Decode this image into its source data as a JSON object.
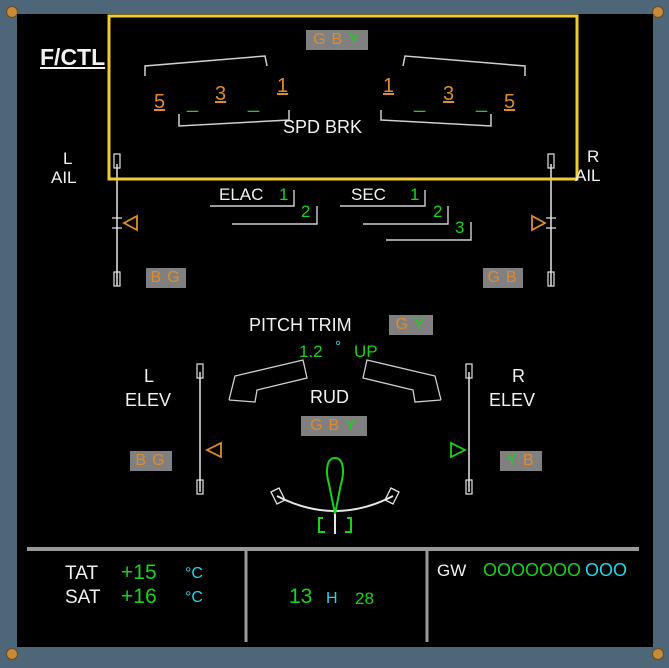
{
  "title": "F/CTL",
  "spoilers": {
    "hyd_label": [
      "G",
      "B",
      "Y"
    ],
    "left": [
      "5",
      "3",
      "1"
    ],
    "right": [
      "1",
      "3",
      "5"
    ],
    "dashes": "_",
    "label": "SPD BRK"
  },
  "ailerons": {
    "left_label_1": "L",
    "left_label_2": "AIL",
    "right_label_1": "R",
    "right_label_2": "AIL",
    "left_hyd": [
      "B",
      "G"
    ],
    "right_hyd": [
      "G",
      "B"
    ]
  },
  "computers": {
    "elac_label": "ELAC",
    "elac_1": "1",
    "elac_2": "2",
    "sec_label": "SEC",
    "sec_1": "1",
    "sec_2": "2",
    "sec_3": "3"
  },
  "pitch_trim": {
    "label": "PITCH TRIM",
    "hyd": [
      "G",
      "Y"
    ],
    "value": "1.2",
    "degree": "°",
    "direction": "UP"
  },
  "elevators": {
    "left_label_1": "L",
    "left_label_2": "ELEV",
    "right_label_1": "R",
    "right_label_2": "ELEV",
    "left_hyd": [
      "B",
      "G"
    ],
    "right_hyd": [
      "Y",
      "B"
    ]
  },
  "rudder": {
    "label": "RUD",
    "hyd": [
      "G",
      "B",
      "Y"
    ]
  },
  "footer": {
    "tat_label": "TAT",
    "tat_value": "+15",
    "sat_label": "SAT",
    "sat_value": "+16",
    "temp_unit": "°C",
    "time_hours": "13",
    "time_h": "H",
    "time_minutes": "28",
    "gw_label": "GW",
    "gw_value": "OOOOOOO",
    "gw_unit": "OOO"
  },
  "colors": {
    "highlight_box": "#f1cc2e",
    "green": "#19d219",
    "amber": "#e08a2e",
    "cyan": "#22d6ea"
  }
}
